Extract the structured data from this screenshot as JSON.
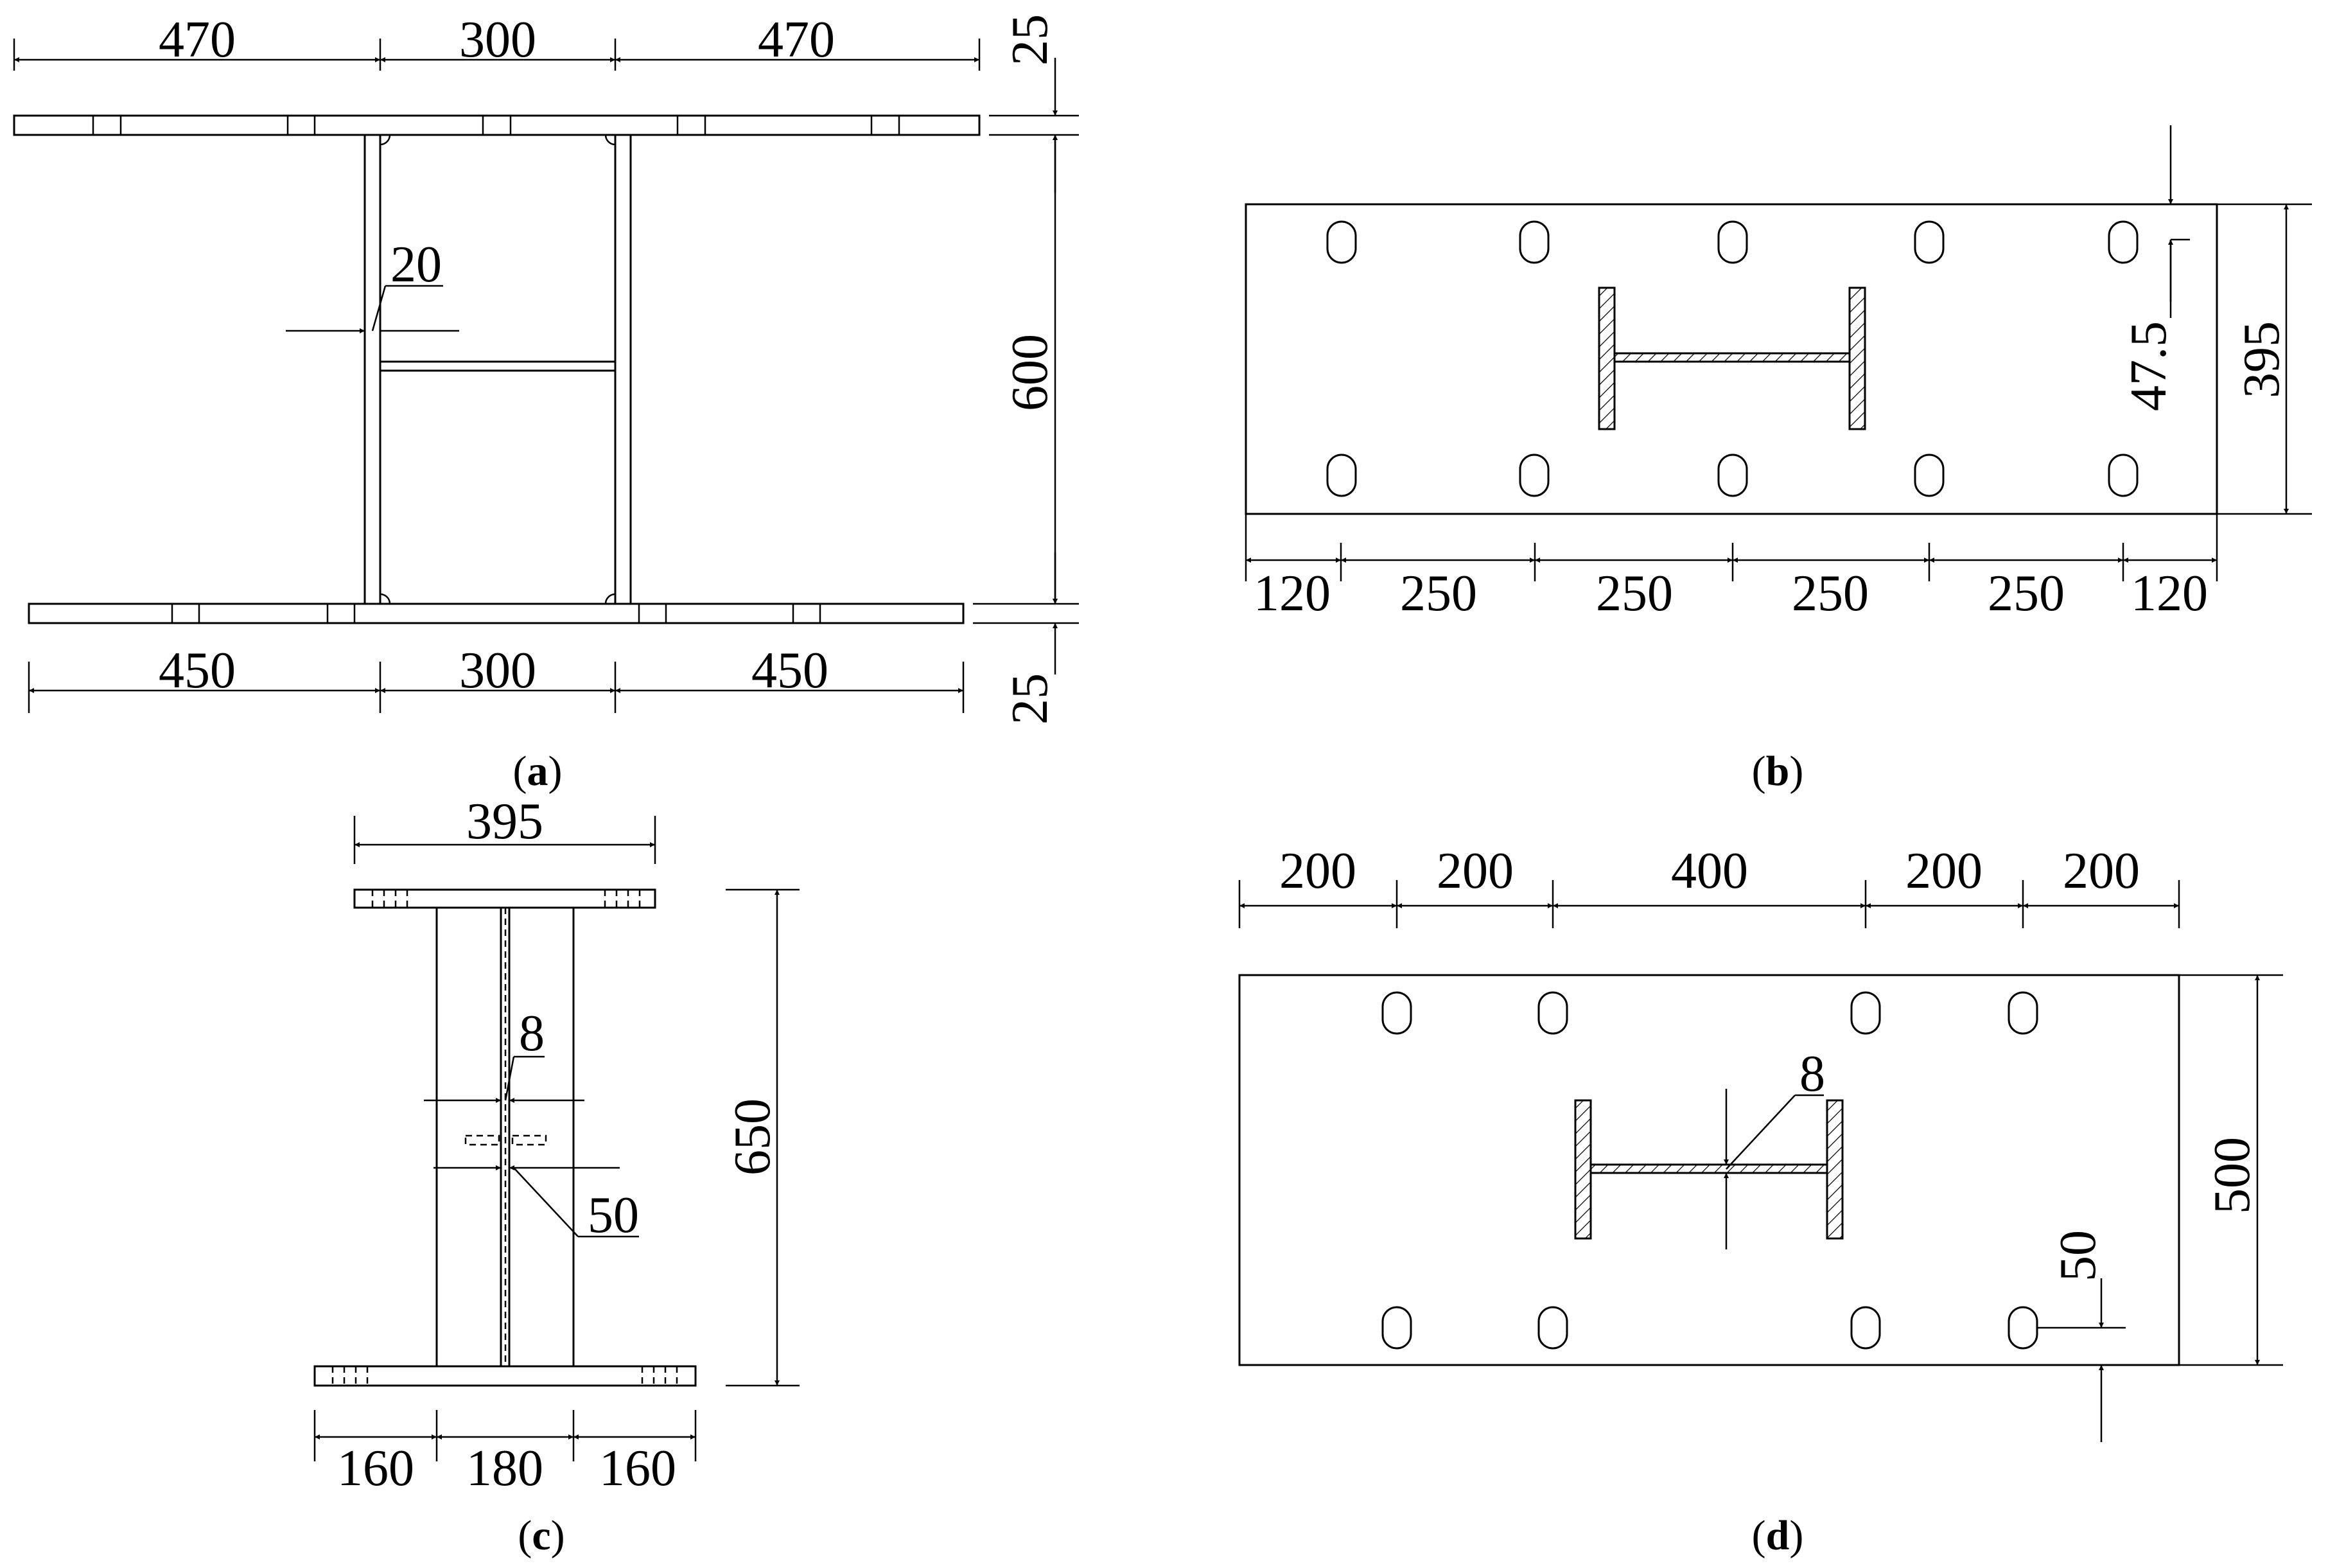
{
  "panels": {
    "a": {
      "caption": "a",
      "top_dims": [
        "470",
        "300",
        "470"
      ],
      "bottom_dims": [
        "450",
        "300",
        "450"
      ],
      "web_thickness": "20",
      "vertical_dims": [
        "25",
        "600",
        "25"
      ]
    },
    "b": {
      "caption": "b",
      "bottom_dims": [
        "120",
        "250",
        "250",
        "250",
        "250",
        "120"
      ],
      "edge_dim": "47.5",
      "height_dim": "395"
    },
    "c": {
      "caption": "c",
      "top_dim": "395",
      "height_dim": "650",
      "web_dim": "8",
      "stiffener_dim": "50",
      "bottom_dims": [
        "160",
        "180",
        "160"
      ]
    },
    "d": {
      "caption": "d",
      "top_dims": [
        "200",
        "200",
        "400",
        "200",
        "200"
      ],
      "web_dim": "8",
      "height_dim": "500",
      "edge_dim": "50"
    }
  }
}
